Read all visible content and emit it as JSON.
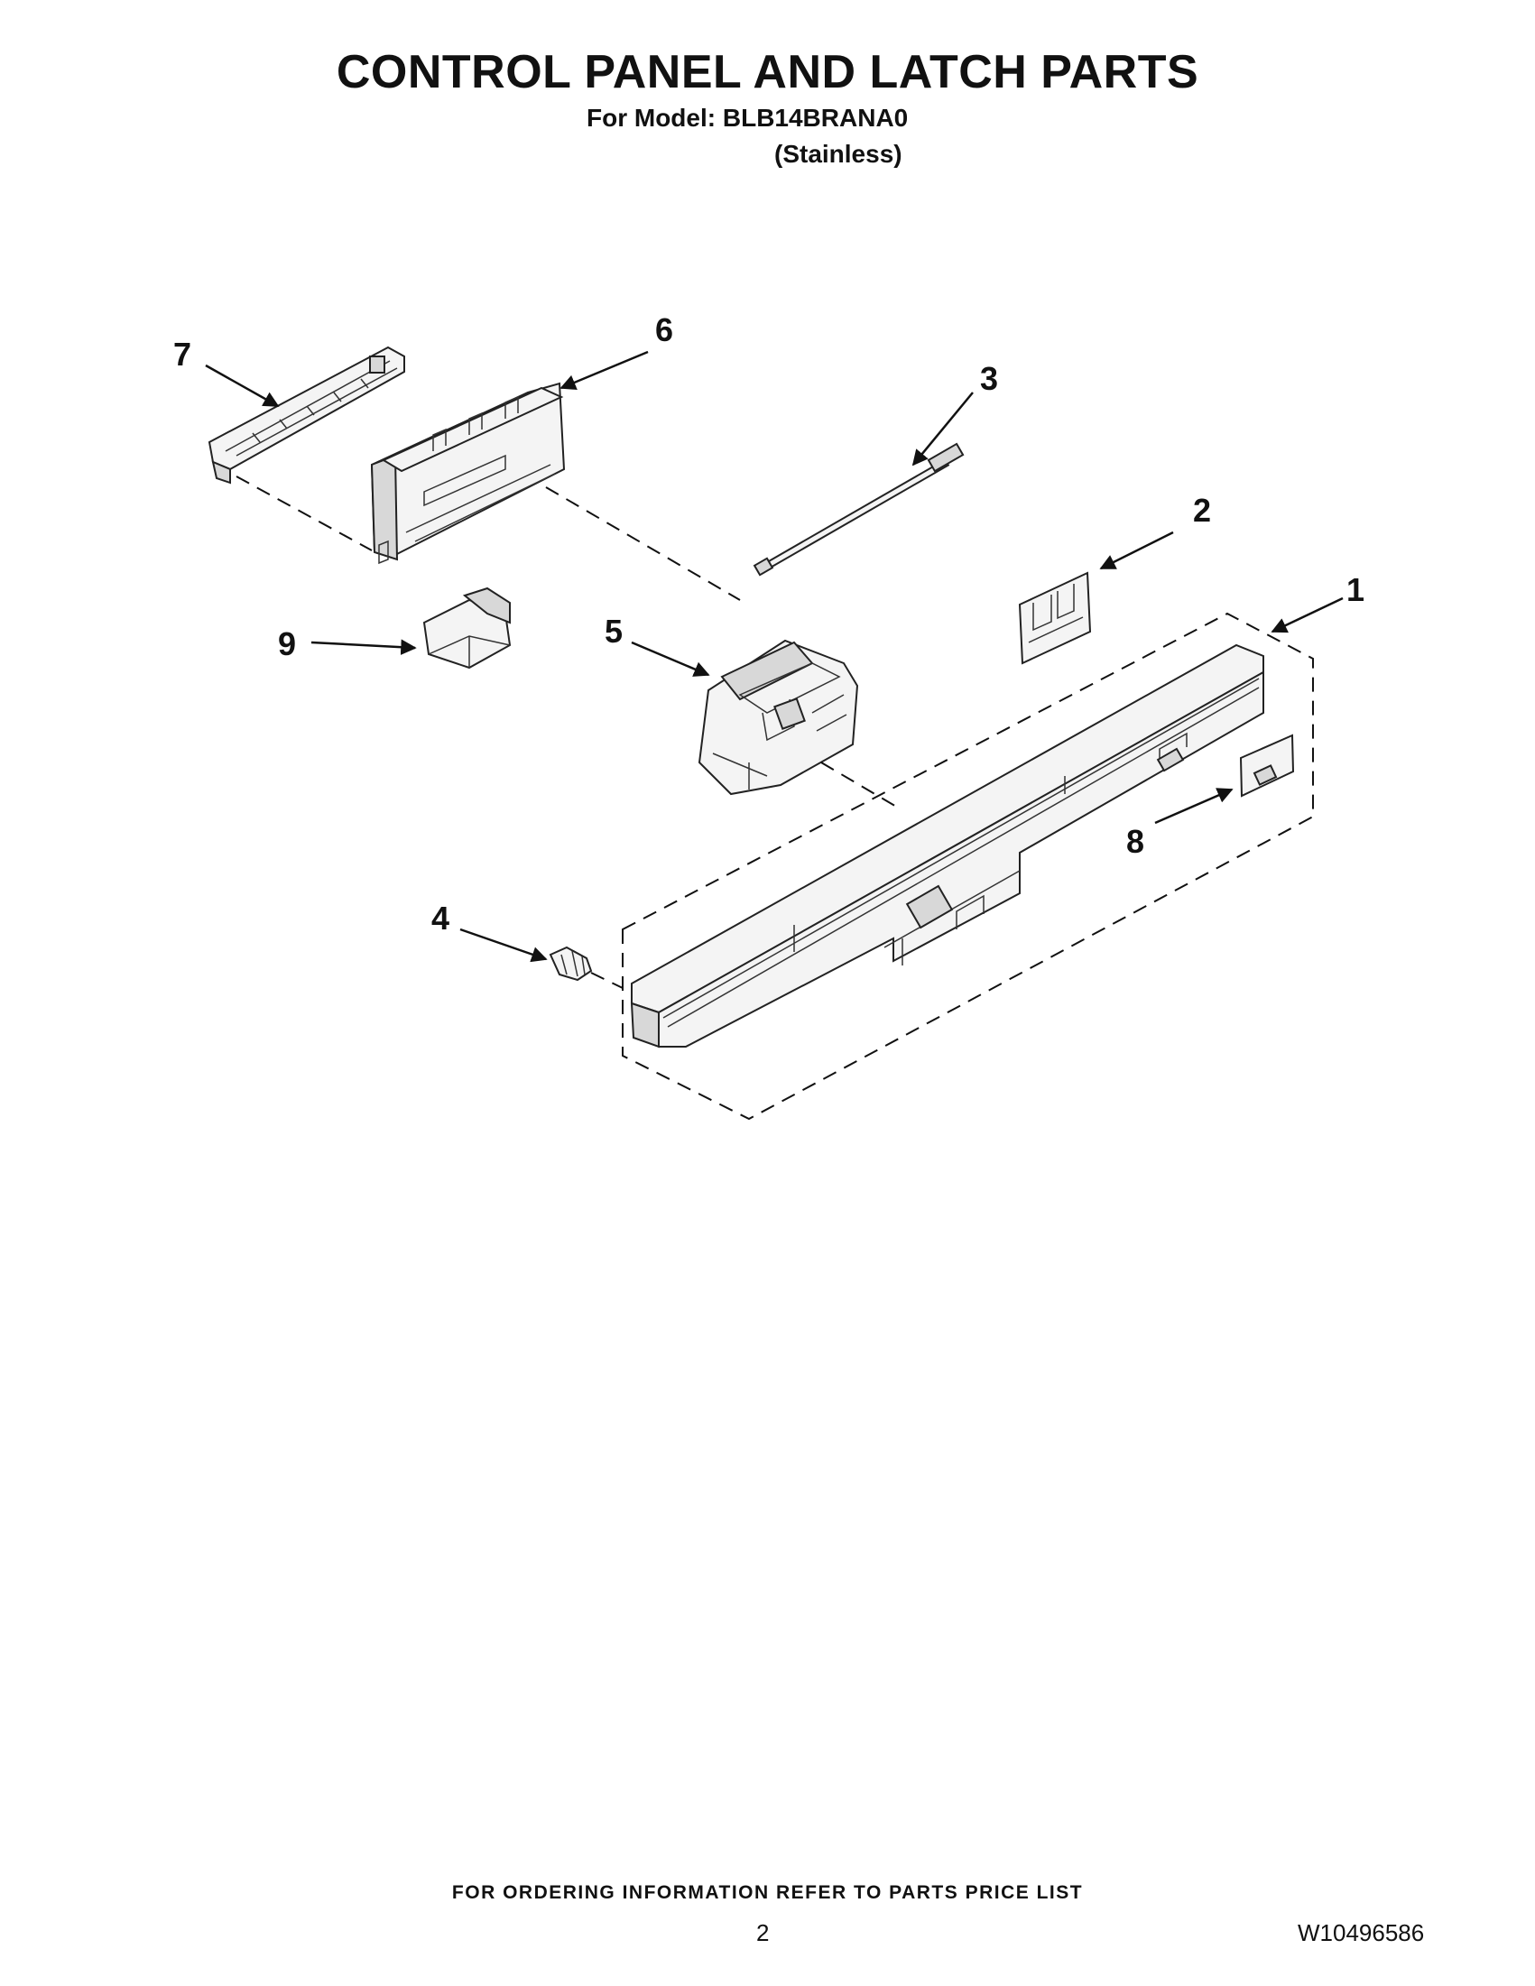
{
  "header": {
    "title": "CONTROL PANEL AND LATCH PARTS",
    "model": "For Model: BLB14BRANA0",
    "variant": "(Stainless)"
  },
  "callouts": [
    {
      "id": "1",
      "label": "1"
    },
    {
      "id": "2",
      "label": "2"
    },
    {
      "id": "3",
      "label": "3"
    },
    {
      "id": "4",
      "label": "4"
    },
    {
      "id": "5",
      "label": "5"
    },
    {
      "id": "6",
      "label": "6"
    },
    {
      "id": "7",
      "label": "7"
    },
    {
      "id": "8",
      "label": "8"
    },
    {
      "id": "9",
      "label": "9"
    }
  ],
  "footer": {
    "ordering_note": "FOR ORDERING INFORMATION REFER TO PARTS PRICE LIST",
    "page_number": "2",
    "document_number": "W10496586"
  }
}
